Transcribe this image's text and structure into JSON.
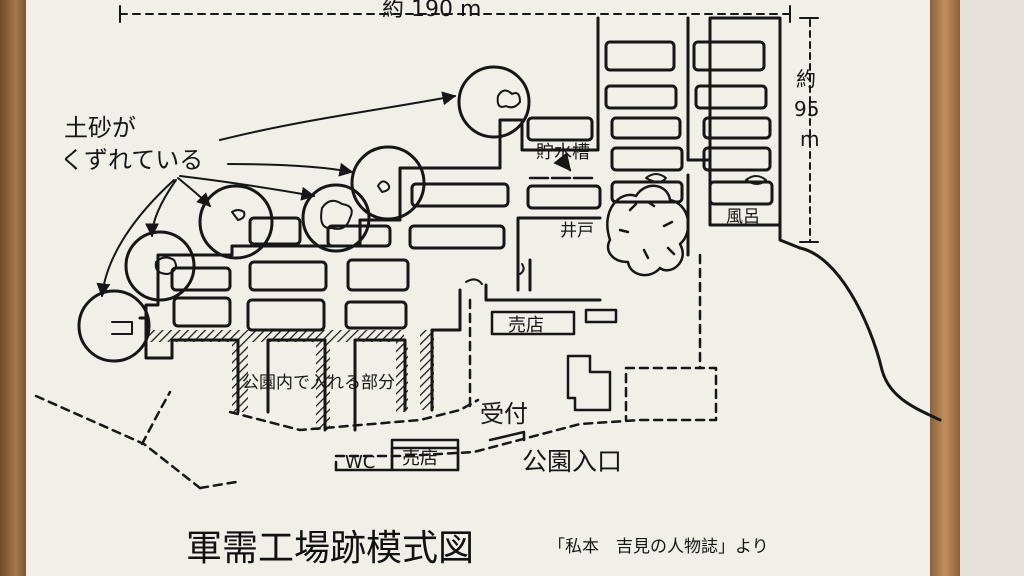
{
  "labels": {
    "width_dim": "約 190 m",
    "height_num": "95",
    "height_unit": "m",
    "height_prefix": "約",
    "landslide_line1": "土砂が",
    "landslide_line2": "くずれている",
    "water_tank": "貯水槽",
    "well": "井戸",
    "bath": "風呂",
    "shop_upper": "売店",
    "park_area": "公園内で入れる部分",
    "reception": "受付",
    "toilet": "WC",
    "shop_lower": "売店",
    "park_entrance": "公園入口"
  },
  "title": "軍需工場跡模式図",
  "source": "「私本　吉見の人物誌」より",
  "colors": {
    "ink": "#161616",
    "paper": "#f1efe8",
    "frame": "#a5794d"
  }
}
